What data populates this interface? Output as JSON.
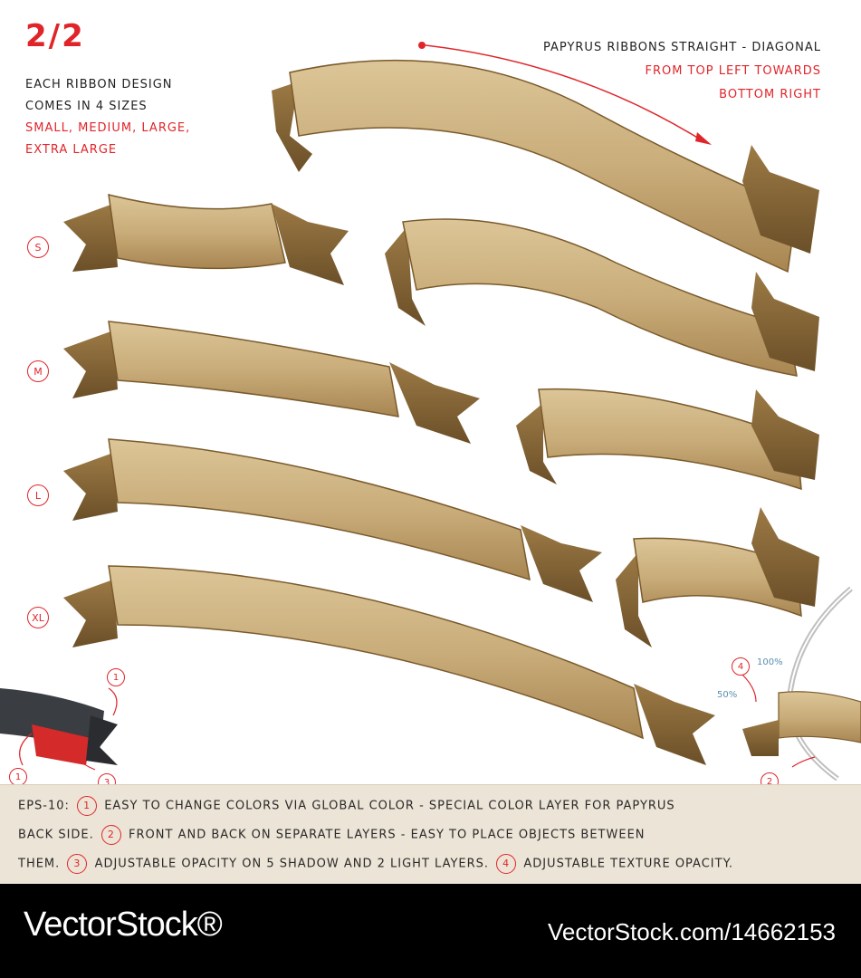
{
  "page_label": "2/2",
  "intro": {
    "line1": "each ribbon design",
    "line2": "comes in 4 sizes",
    "line3": "small, medium, large,",
    "line4": "extra large"
  },
  "title": {
    "line1": "papyrus ribbons straight - diagonal",
    "line2": "from top left towards",
    "line3": "bottom right"
  },
  "size_markers": {
    "s": "S",
    "m": "M",
    "l": "L",
    "xl": "XL"
  },
  "callouts": {
    "one": "1",
    "two": "2",
    "three": "3",
    "four": "4"
  },
  "opacity_labels": {
    "full": "100%",
    "half": "50%"
  },
  "info": {
    "prefix": "EPS-10:",
    "item1": "easy to change colors via global color - special color layer for papyrus",
    "item1_cont": "back side.",
    "item2": "front and back on separate layers - easy to place objects between",
    "item2_cont": "them.",
    "item3": "adjustable opacity on 5 shadow and 2 light layers.",
    "item4": "adjustable texture opacity."
  },
  "footer": {
    "brand": "VectorStock®",
    "reference": "VectorStock.com/14662153"
  },
  "colors": {
    "accent_red": "#e0252a",
    "papyrus": "#c9ad7a",
    "papyrus_dark": "#8a6a3a",
    "dark_ribbon": "#3a3d42"
  }
}
